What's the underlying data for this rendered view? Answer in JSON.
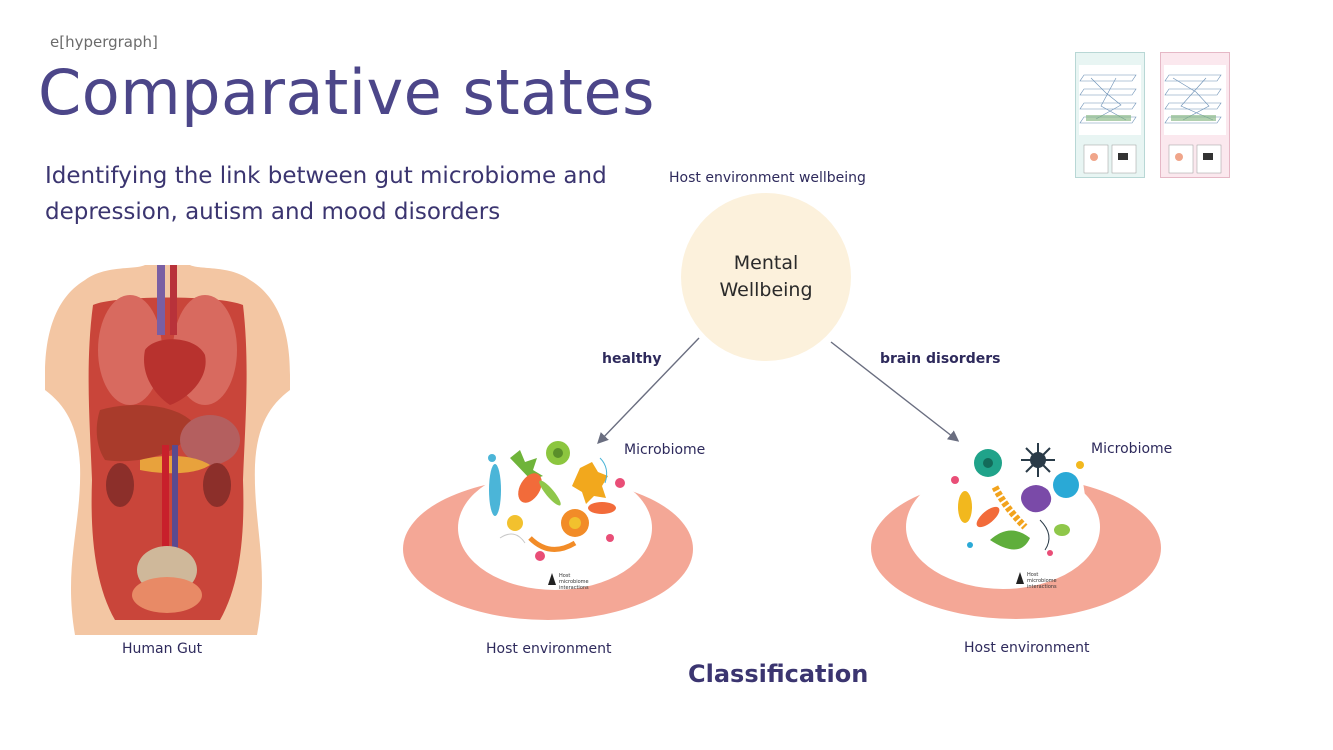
{
  "brand": "e[hypergraph]",
  "title": "Comparative states",
  "subtitle": "Identifying the link between gut microbiome and depression, autism and mood disorders",
  "human_gut_caption": "Human Gut",
  "wellbeing": {
    "heading": "Host environment wellbeing",
    "node_label": "Mental Wellbeing"
  },
  "branches": {
    "left_label": "healthy",
    "right_label": "brain disorders"
  },
  "left_panel": {
    "microbiome_label": "Microbiome",
    "host_label": "Host environment",
    "icon_text": "Host microbiome interactions"
  },
  "right_panel": {
    "microbiome_label": "Microbiome",
    "host_label": "Host environment",
    "icon_text": "Host microbiome interactions"
  },
  "footer": "Classification",
  "colors": {
    "title": "#4c4689",
    "wellbeing_circle": "#fcf1dc",
    "host_ring": "#f4a796",
    "thumb_left": "#e8f5f3",
    "thumb_right": "#fbe8ee"
  }
}
